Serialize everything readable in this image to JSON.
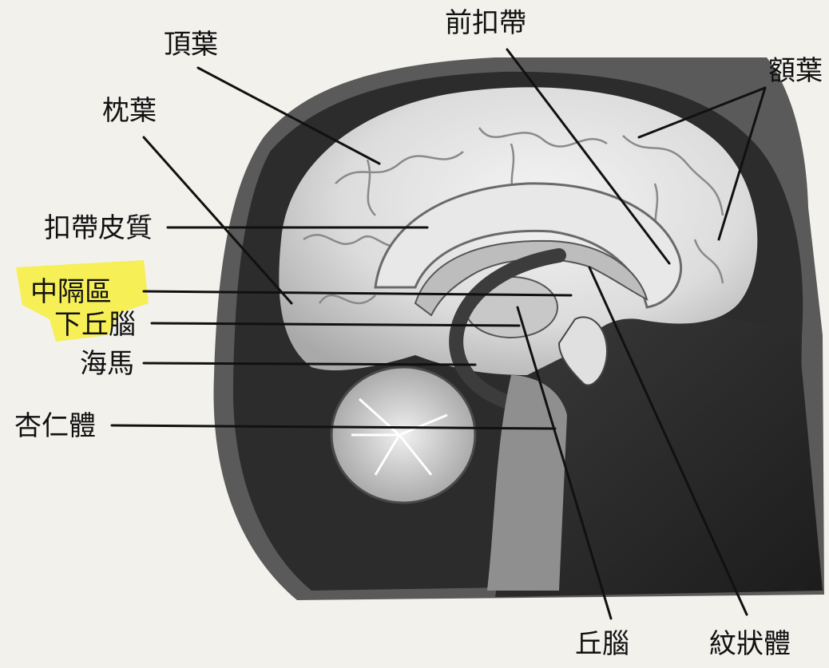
{
  "labels": {
    "parietal": "頂葉",
    "anterior_cingulate": "前扣帶",
    "frontal": "額葉",
    "occipital": "枕葉",
    "cingulate_cortex": "扣帶皮質",
    "septum": "中隔區",
    "hypothalamus": "下丘腦",
    "hippocampus": "海馬",
    "amygdala": "杏仁體",
    "thalamus": "丘腦",
    "striatum": "紋狀體"
  },
  "colors": {
    "background": "#f2f1ec",
    "highlight": "#f7ef3c",
    "line": "#111111"
  }
}
